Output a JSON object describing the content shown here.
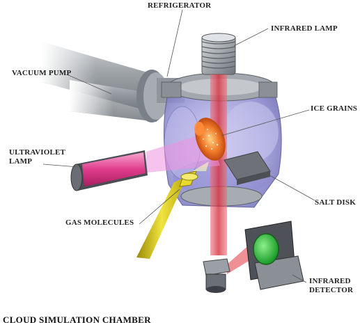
{
  "title": "CLOUD SIMULATION CHAMBER",
  "labels": {
    "refrigerator": "REFRIGERATOR",
    "infrared_lamp": "INFRARED LAMP",
    "vacuum_pump": "VACUUM PUMP",
    "ice_grains": "ICE GRAINS",
    "ultraviolet_lamp_line1": "ULTRAVIOLET",
    "ultraviolet_lamp_line2": "LAMP",
    "salt_disk": "SALT DISK",
    "gas_molecules": "GAS MOLECULES",
    "infrared_detector_line1": "INFRARED",
    "infrared_detector_line2": "DETECTOR"
  },
  "colors": {
    "chamber": "#a9a9d8",
    "ir_beam": "#e0505a",
    "uv_beam": "#e87ad8",
    "uv_lamp": "#e03c8c",
    "gas_tube": "#d8c816",
    "ice": "#f07a2a",
    "detector_lens": "#2ec43c",
    "metal": "#8a9096"
  }
}
